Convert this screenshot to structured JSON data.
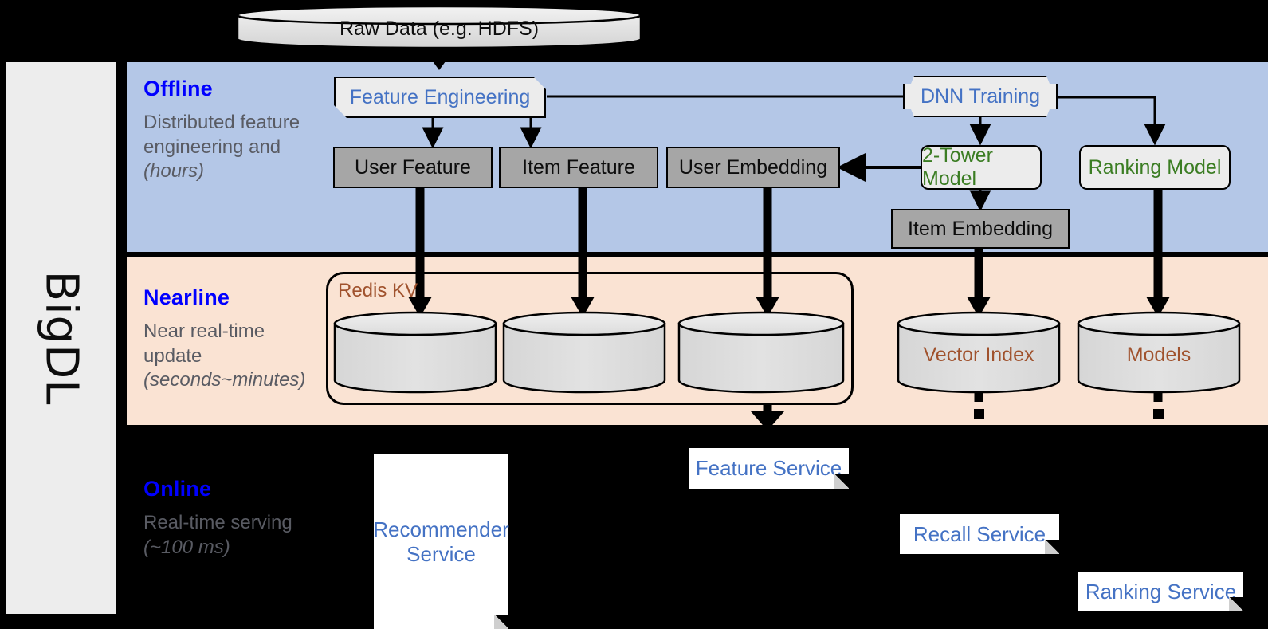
{
  "framework": {
    "name": "BigDL"
  },
  "source": {
    "label": "Raw Data (e.g. HDFS)"
  },
  "bands": [
    {
      "id": "offline",
      "title": "Offline",
      "desc": "Distributed feature engineering and ",
      "desc_em": "(hours)",
      "color": "#b4c7e7",
      "title_color": "#0000ff"
    },
    {
      "id": "nearline",
      "title": "Nearline",
      "desc": "Near real-time update ",
      "desc_em": "(seconds~minutes)",
      "color": "#fae3d3",
      "title_color": "#0000ff"
    },
    {
      "id": "online",
      "title": "Online",
      "desc": "Real-time serving ",
      "desc_em": "(~100 ms)",
      "color": "#000000",
      "title_color": "#0000ff"
    }
  ],
  "offline": {
    "feature_engineering": "Feature Engineering",
    "dnn_training": "DNN Training",
    "user_feature": "User Feature",
    "item_feature": "Item Feature",
    "user_embedding": "User Embedding",
    "two_tower_model": "2-Tower Model",
    "ranking_model": "Ranking Model",
    "item_embedding": "Item Embedding"
  },
  "nearline": {
    "redis_kv": "Redis KV",
    "stores": [
      "",
      "",
      ""
    ],
    "vector_index": "Vector Index",
    "models": "Models"
  },
  "online": {
    "recommender_service": "Recommender Service",
    "feature_service": "Feature Service",
    "recall_service": "Recall Service",
    "ranking_service": "Ranking Service"
  },
  "colors": {
    "offline_band": "#b4c7e7",
    "nearline_band": "#fae3d3",
    "online_band": "#000000",
    "accent_blue": "#0000ff",
    "label_blue": "#4472c4",
    "model_green": "#3b7d23",
    "store_brown": "#a0522d",
    "grey_box": "#a6a6a6",
    "light_box": "#ececec",
    "rail": "#ededed"
  }
}
